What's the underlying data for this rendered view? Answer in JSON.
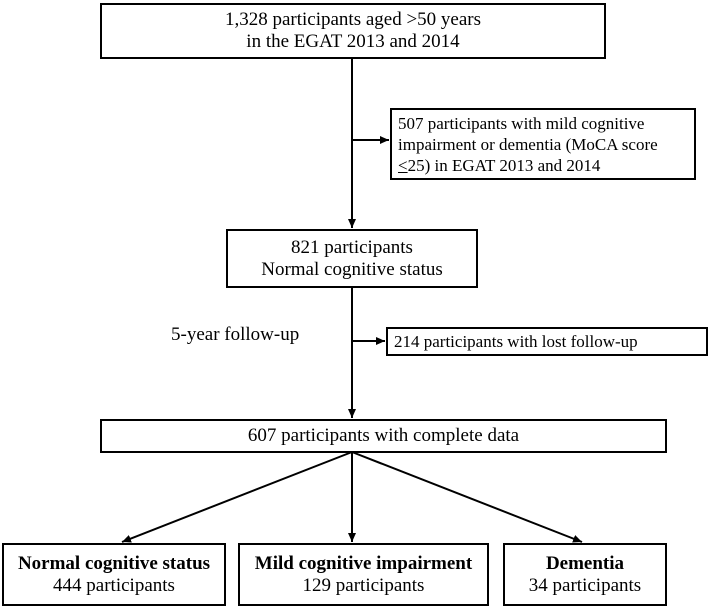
{
  "boxes": {
    "start": {
      "line1": "1,328 participants aged >50 years",
      "line2": "in the EGAT 2013 and 2014"
    },
    "excluded_impairment": {
      "line1": "507 participants with mild cognitive",
      "line2": "impairment or dementia (MoCA score",
      "line3_symbol": "<",
      "line3_rest": "25) in EGAT 2013 and 2014"
    },
    "normal_baseline": {
      "line1": "821 participants",
      "line2": "Normal cognitive status"
    },
    "lost_followup": {
      "line1": "214 participants with lost follow-up"
    },
    "complete_data": {
      "line1": "607 participants with complete data"
    },
    "outcome_normal": {
      "title": "Normal cognitive status",
      "count": "444 participants"
    },
    "outcome_mci": {
      "title": "Mild cognitive impairment",
      "count": "129 participants"
    },
    "outcome_dementia": {
      "title": "Dementia",
      "count": "34 participants"
    }
  },
  "labels": {
    "followup": "5-year follow-up"
  },
  "colors": {
    "line": "#000000",
    "box_border": "#000000",
    "background": "#ffffff"
  }
}
